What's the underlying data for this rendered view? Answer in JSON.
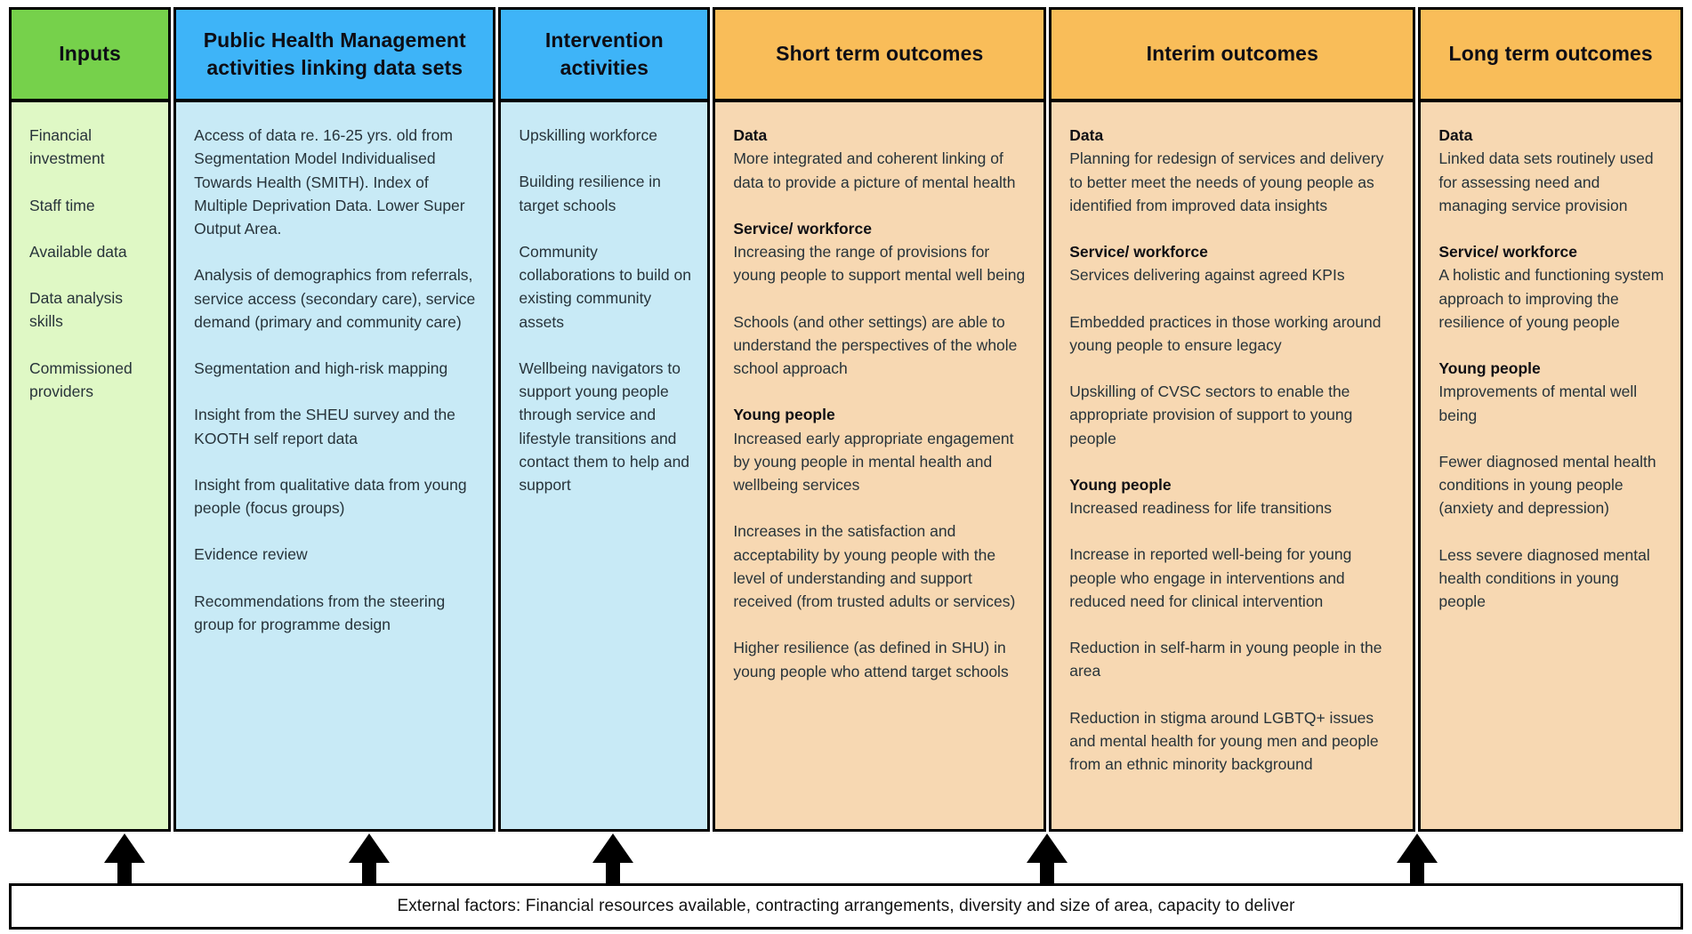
{
  "diagram": {
    "colors": {
      "green_header": "#76d14b",
      "green_body": "#dff8c5",
      "blue_header": "#3eb4f8",
      "blue_body": "#c8eaf6",
      "orange_header": "#f9bd59",
      "orange_body": "#f7d8b2",
      "border": "#000000"
    },
    "columns": [
      {
        "id": "inputs",
        "title": "Inputs",
        "header_color": "#76d14b",
        "body_color": "#dff8c5",
        "blocks": [
          {
            "type": "para",
            "text": "Financial investment"
          },
          {
            "type": "para",
            "text": "Staff time"
          },
          {
            "type": "para",
            "text": "Available data"
          },
          {
            "type": "para",
            "text": "Data analysis skills"
          },
          {
            "type": "para",
            "text": "Commissioned providers"
          }
        ]
      },
      {
        "id": "phm",
        "title": "Public Health Management activities linking data sets",
        "header_color": "#3eb4f8",
        "body_color": "#c8eaf6",
        "blocks": [
          {
            "type": "para",
            "text": "Access of data re. 16-25 yrs. old from Segmentation Model Individualised Towards Health (SMITH). Index of Multiple Deprivation Data. Lower Super Output Area."
          },
          {
            "type": "para",
            "text": "Analysis of demographics from referrals, service access (secondary care), service demand (primary and community care)"
          },
          {
            "type": "para",
            "text": "Segmentation and high-risk mapping"
          },
          {
            "type": "para",
            "text": "Insight from the SHEU survey and the KOOTH self report data"
          },
          {
            "type": "para",
            "text": "Insight from qualitative data from young people (focus groups)"
          },
          {
            "type": "para",
            "text": "Evidence review"
          },
          {
            "type": "para",
            "text": "Recommendations from the steering group for programme design"
          }
        ]
      },
      {
        "id": "intervention",
        "title": "Intervention activities",
        "header_color": "#3eb4f8",
        "body_color": "#c8eaf6",
        "blocks": [
          {
            "type": "para",
            "text": "Upskilling workforce"
          },
          {
            "type": "para",
            "text": "Building resilience in target schools"
          },
          {
            "type": "para",
            "text": "Community collaborations to build on existing community assets"
          },
          {
            "type": "para",
            "text": "Wellbeing navigators to support young people through service and lifestyle transitions and contact them to help and support"
          }
        ]
      },
      {
        "id": "short",
        "title": "Short term outcomes",
        "header_color": "#f9bd59",
        "body_color": "#f7d8b2",
        "blocks": [
          {
            "type": "heading",
            "text": "Data"
          },
          {
            "type": "para",
            "text": "More integrated and coherent linking of data to provide a picture of mental health"
          },
          {
            "type": "heading",
            "text": "Service/ workforce"
          },
          {
            "type": "para",
            "text": "Increasing the range of provisions for young people to support mental well being"
          },
          {
            "type": "para",
            "text": "Schools (and other settings) are able to understand the perspectives of the whole school approach"
          },
          {
            "type": "heading",
            "text": "Young people"
          },
          {
            "type": "para",
            "text": "Increased early appropriate engagement by young people in mental health and wellbeing services"
          },
          {
            "type": "para",
            "text": "Increases in the satisfaction and acceptability by young people with the level of understanding and support received (from trusted adults or services)"
          },
          {
            "type": "para",
            "text": "Higher resilience (as defined in SHU) in young people who attend target schools"
          }
        ]
      },
      {
        "id": "interim",
        "title": "Interim outcomes",
        "header_color": "#f9bd59",
        "body_color": "#f7d8b2",
        "blocks": [
          {
            "type": "heading",
            "text": "Data"
          },
          {
            "type": "para",
            "text": "Planning for redesign of services and delivery to better meet the needs of young people as identified from improved data insights"
          },
          {
            "type": "heading",
            "text": "Service/ workforce"
          },
          {
            "type": "para",
            "text": "Services delivering against agreed KPIs"
          },
          {
            "type": "para",
            "text": "Embedded practices in those working around young people to ensure legacy"
          },
          {
            "type": "para",
            "text": "Upskilling of CVSC sectors to enable the appropriate provision of support to young people"
          },
          {
            "type": "heading",
            "text": "Young people"
          },
          {
            "type": "para",
            "text": "Increased readiness for life transitions"
          },
          {
            "type": "para",
            "text": "Increase in reported well-being for young people who engage in interventions and reduced need for clinical intervention"
          },
          {
            "type": "para",
            "text": "Reduction in self-harm in young people in the area"
          },
          {
            "type": "para",
            "text": "Reduction in stigma around LGBTQ+ issues and mental health for young men and people from an ethnic minority background"
          }
        ]
      },
      {
        "id": "long",
        "title": "Long term outcomes",
        "header_color": "#f9bd59",
        "body_color": "#f7d8b2",
        "blocks": [
          {
            "type": "heading",
            "text": "Data"
          },
          {
            "type": "para",
            "text": "Linked data sets routinely used for assessing need and managing service provision"
          },
          {
            "type": "heading",
            "text": "Service/ workforce"
          },
          {
            "type": "para",
            "text": "A holistic and functioning system approach to improving the resilience of young people"
          },
          {
            "type": "heading",
            "text": "Young people"
          },
          {
            "type": "para",
            "text": "Improvements of mental well being"
          },
          {
            "type": "para",
            "text": "Fewer diagnosed mental health conditions in young people (anxiety and depression)"
          },
          {
            "type": "para",
            "text": "Less severe diagnosed mental health conditions in young people"
          }
        ]
      }
    ],
    "external_factors_label": "External factors: Financial resources available, contracting arrangements, diversity and size of area, capacity to deliver"
  }
}
